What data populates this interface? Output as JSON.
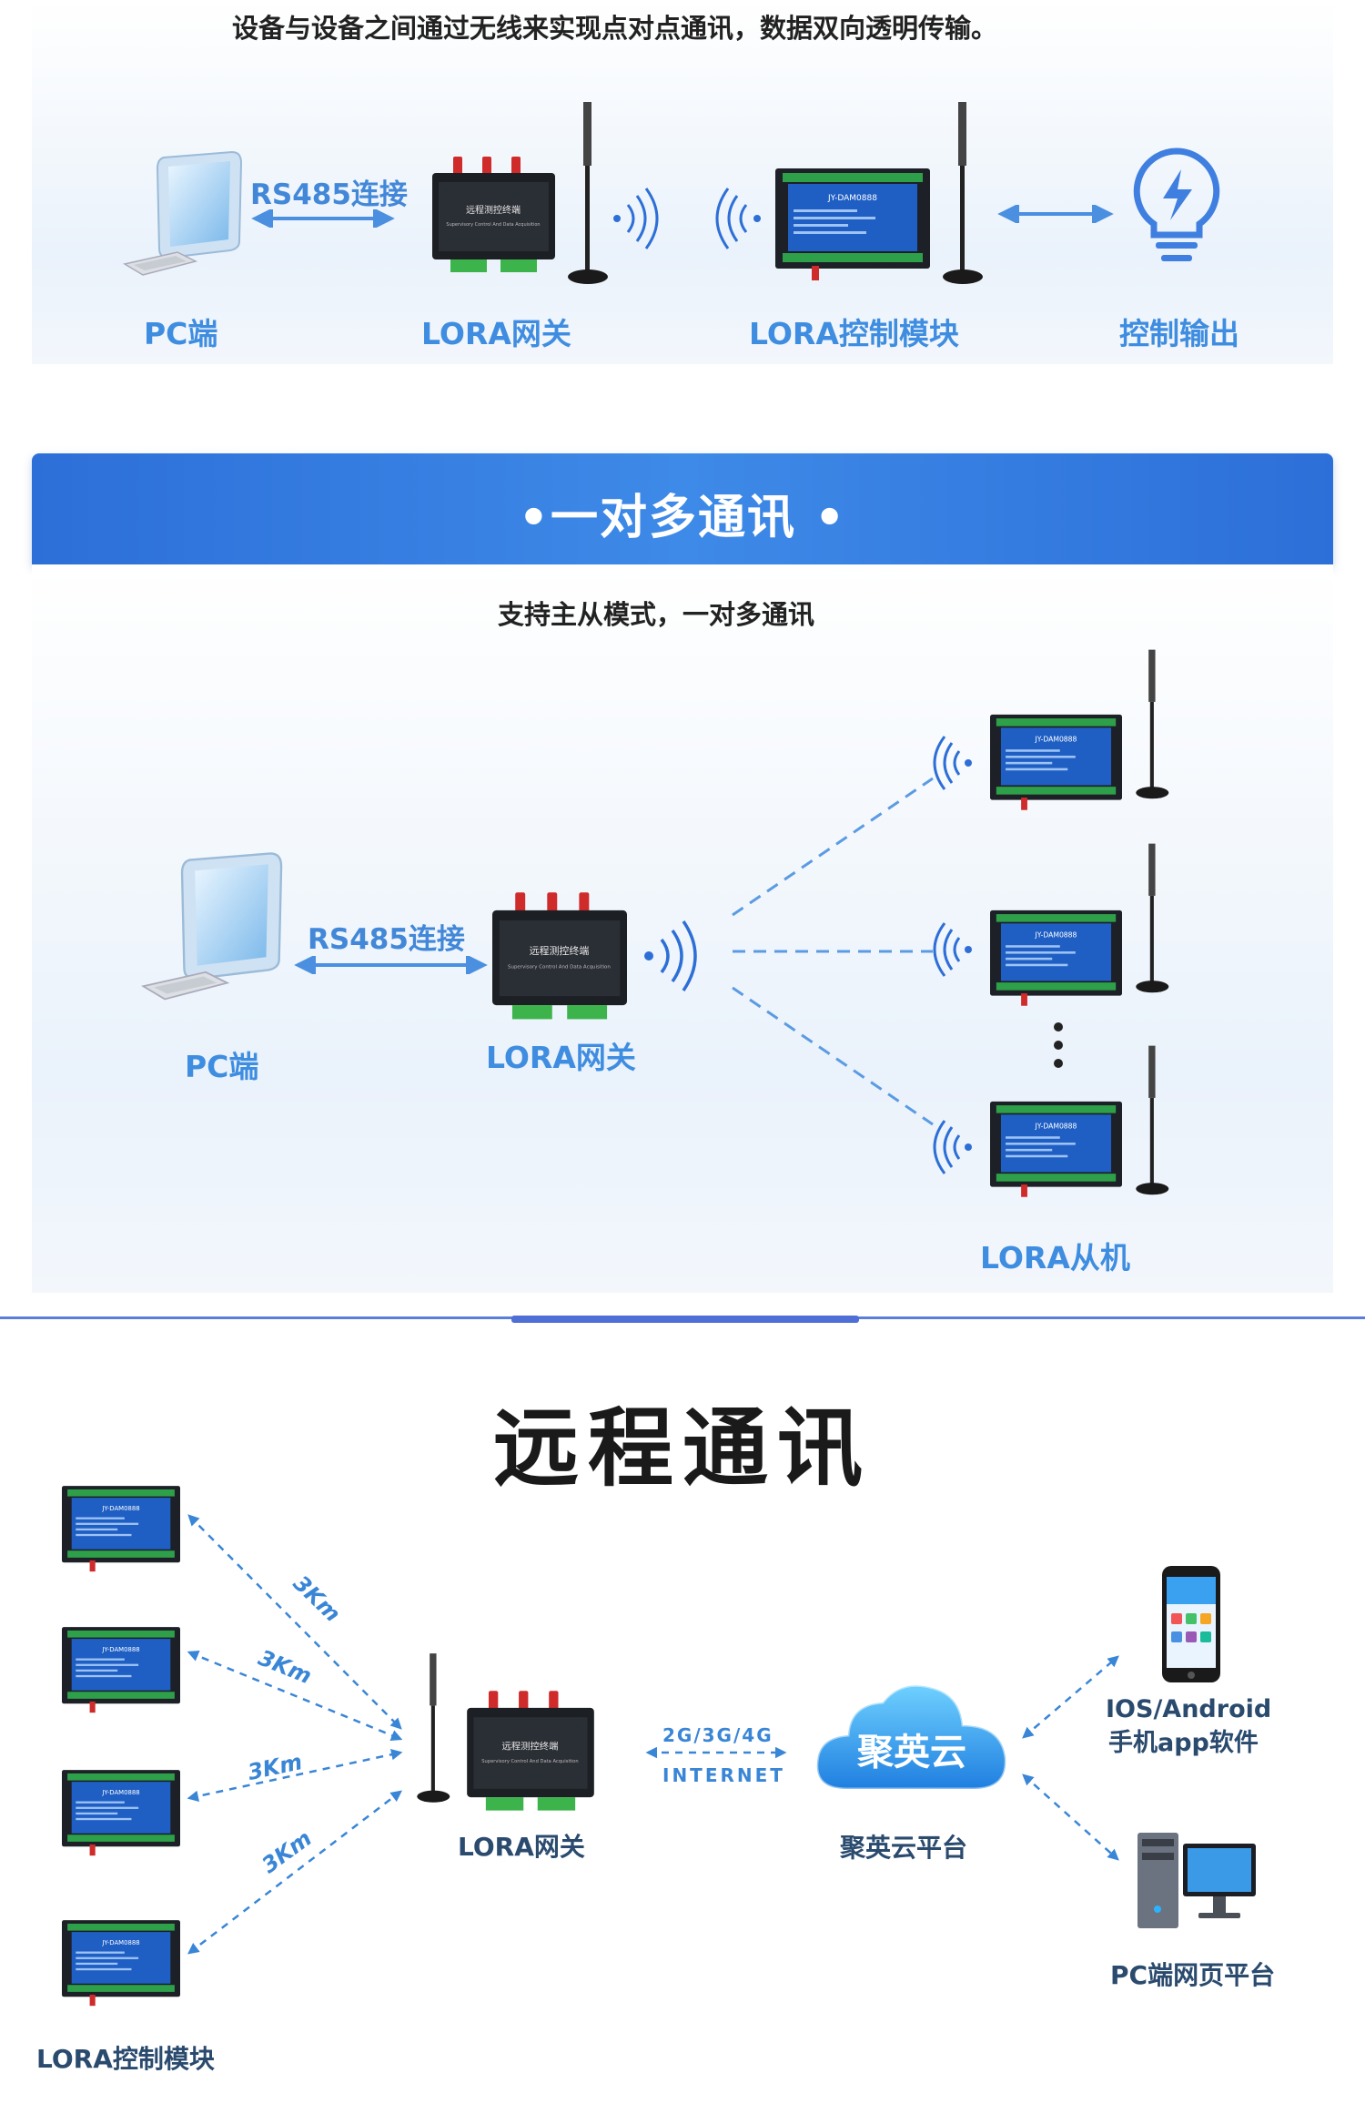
{
  "p2p": {
    "description": "设备与设备之间通过无线来实现点对点通讯，数据双向透明传输。",
    "link_label": "RS485连接",
    "labels": {
      "pc": "PC端",
      "gateway": "LORA网关",
      "module": "LORA控制模块",
      "output": "控制输出"
    }
  },
  "one_to_many": {
    "title": "•一对多通讯  •",
    "description": "支持主从模式，一对多通讯",
    "link_label": "RS485连接",
    "labels": {
      "pc": "PC端",
      "gateway": "LORA网关",
      "slaves": "LORA从机"
    }
  },
  "remote": {
    "title": "远程通讯",
    "distance": "3Km",
    "network_top": "2G/3G/4G",
    "network_bottom": "INTERNET",
    "cloud_logo": "聚英云",
    "labels": {
      "modules": "LORA控制模块",
      "gateway": "LORA网关",
      "cloud": "聚英云平台",
      "app_line1": "IOS/Android",
      "app_line2": "手机app软件",
      "pc": "PC端网页平台"
    }
  },
  "device_text": {
    "gateway_line1": "远程测控终端",
    "gateway_line2": "Supervisory Control And Data Acquisition",
    "module_model": "JY-DAM0888"
  }
}
